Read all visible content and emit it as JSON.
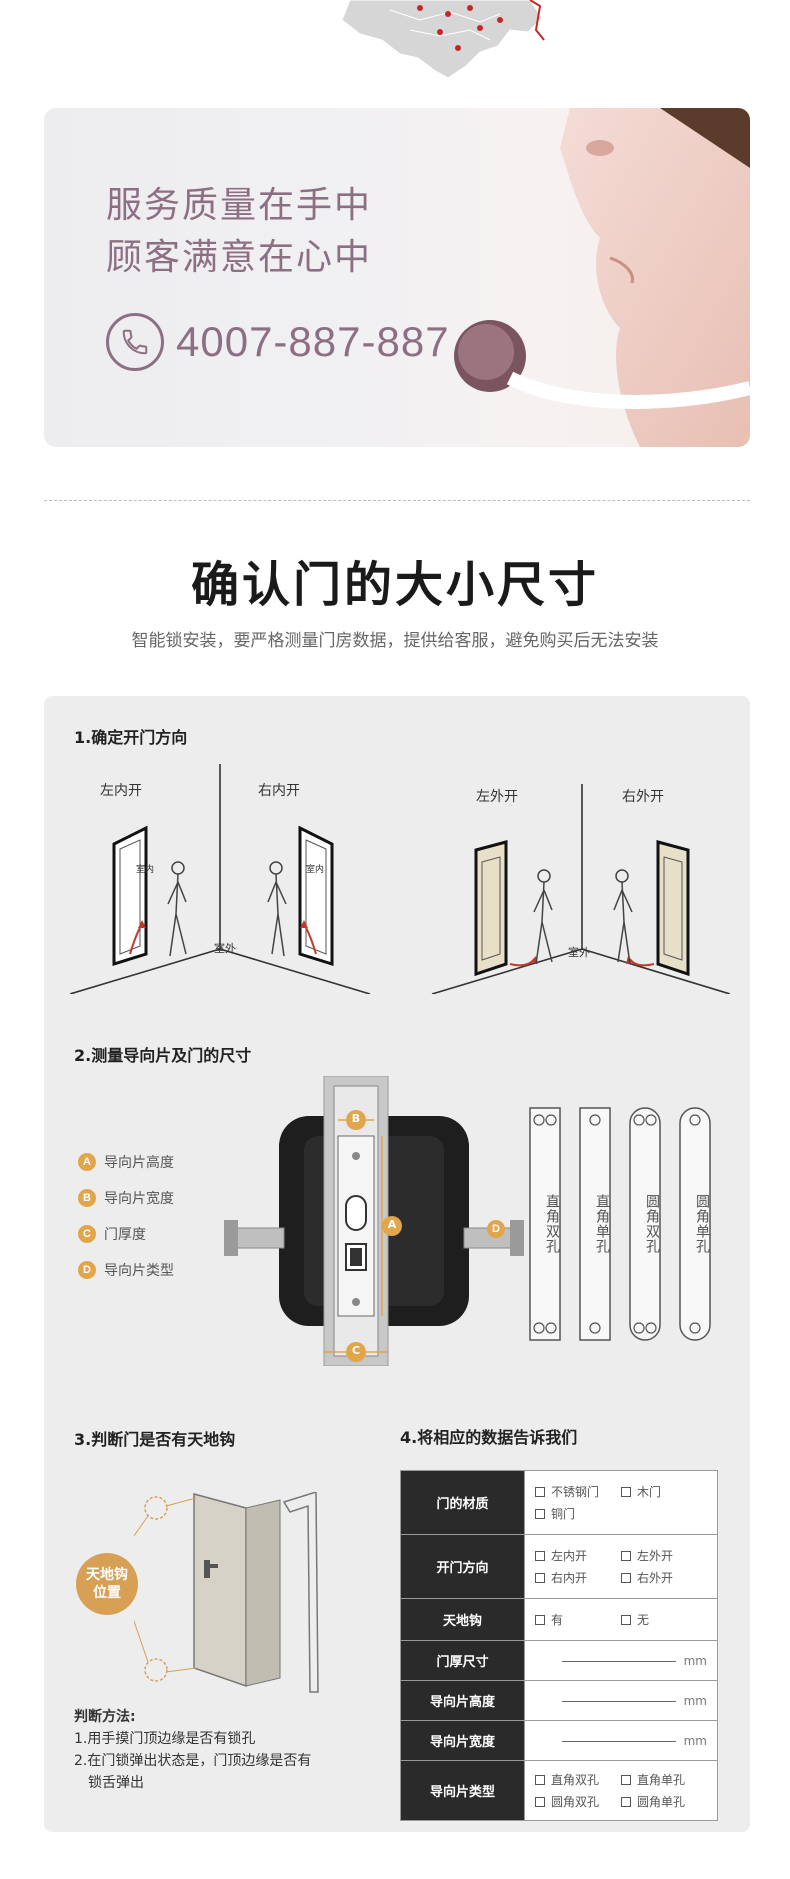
{
  "banner": {
    "slogan_line1": "服务质量在手中",
    "slogan_line2": "顾客满意在心中",
    "phone": "4007-887-887",
    "accent_color": "#8d6f84"
  },
  "heading": {
    "title": "确认门的大小尺寸",
    "subtitle": "智能锁安装，要严格测量门房数据，提供给客服，避免购买后无法安装"
  },
  "section1": {
    "title": "1.确定开门方向",
    "left_inner": "左内开",
    "right_inner": "右内开",
    "left_outer": "左外开",
    "right_outer": "右外开",
    "indoor": "室内",
    "outdoor": "室外"
  },
  "section2": {
    "title": "2.测量导向片及门的尺寸",
    "legend": [
      {
        "key": "A",
        "label": "导向片高度"
      },
      {
        "key": "B",
        "label": "导向片宽度"
      },
      {
        "key": "C",
        "label": "门厚度"
      },
      {
        "key": "D",
        "label": "导向片类型"
      }
    ],
    "plate_types": [
      "直角双孔",
      "直角单孔",
      "圆角双孔",
      "圆角单孔"
    ],
    "marker_a": "A",
    "marker_b": "B",
    "marker_c": "C",
    "marker_d": "D"
  },
  "section3": {
    "title": "3.判断门是否有天地钩",
    "badge_line1": "天地钩",
    "badge_line2": "位置",
    "method_title": "判断方法:",
    "method_1": "1.用手摸门顶边缘是否有锁孔",
    "method_2a": "2.在门锁弹出状态是，门顶边缘是否有",
    "method_2b": "锁舌弹出"
  },
  "section4": {
    "title": "4.将相应的数据告诉我们",
    "material_label": "门的材质",
    "material_opts": [
      "不锈钢门",
      "木门",
      "铜门"
    ],
    "direction_label": "开门方向",
    "direction_opts": [
      "左内开",
      "左外开",
      "右内开",
      "右外开"
    ],
    "hook_label": "天地钩",
    "hook_opts": [
      "有",
      "无"
    ],
    "thickness_label": "门厚尺寸",
    "height_label": "导向片高度",
    "width_label": "导向片宽度",
    "type_label": "导向片类型",
    "type_opts": [
      "直角双孔",
      "直角单孔",
      "圆角双孔",
      "圆角单孔"
    ],
    "unit": "mm"
  }
}
